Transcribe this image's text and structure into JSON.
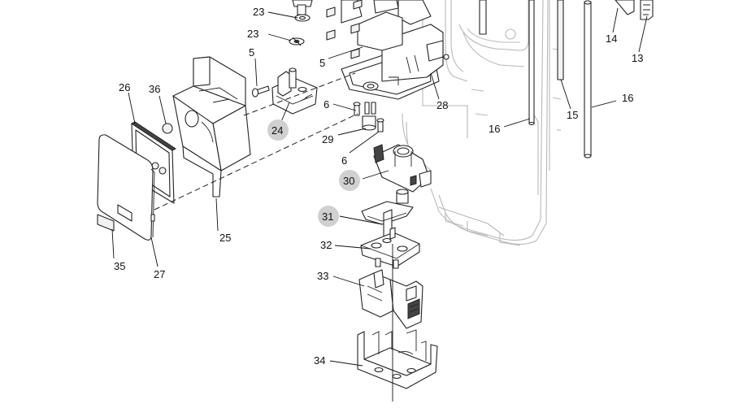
{
  "callouts": [
    {
      "id": "c23a",
      "text": "23",
      "highlight": false
    },
    {
      "id": "c23b",
      "text": "23",
      "highlight": false
    },
    {
      "id": "c5a",
      "text": "5",
      "highlight": false
    },
    {
      "id": "c5b",
      "text": "5",
      "highlight": false
    },
    {
      "id": "c26",
      "text": "26",
      "highlight": false
    },
    {
      "id": "c36",
      "text": "36",
      "highlight": false
    },
    {
      "id": "c24",
      "text": "24",
      "highlight": true
    },
    {
      "id": "c6a",
      "text": "6",
      "highlight": false
    },
    {
      "id": "c29",
      "text": "29",
      "highlight": false
    },
    {
      "id": "c6b",
      "text": "6",
      "highlight": false
    },
    {
      "id": "c28",
      "text": "28",
      "highlight": false
    },
    {
      "id": "c30",
      "text": "30",
      "highlight": true
    },
    {
      "id": "c31",
      "text": "31",
      "highlight": true
    },
    {
      "id": "c25",
      "text": "25",
      "highlight": false
    },
    {
      "id": "c35",
      "text": "35",
      "highlight": false
    },
    {
      "id": "c27",
      "text": "27",
      "highlight": false
    },
    {
      "id": "c32",
      "text": "32",
      "highlight": false
    },
    {
      "id": "c33",
      "text": "33",
      "highlight": false
    },
    {
      "id": "c34",
      "text": "34",
      "highlight": false
    },
    {
      "id": "c16a",
      "text": "16",
      "highlight": false
    },
    {
      "id": "c15",
      "text": "15",
      "highlight": false
    },
    {
      "id": "c16b",
      "text": "16",
      "highlight": false
    },
    {
      "id": "c14",
      "text": "14",
      "highlight": false
    },
    {
      "id": "c13",
      "text": "13",
      "highlight": false
    }
  ]
}
